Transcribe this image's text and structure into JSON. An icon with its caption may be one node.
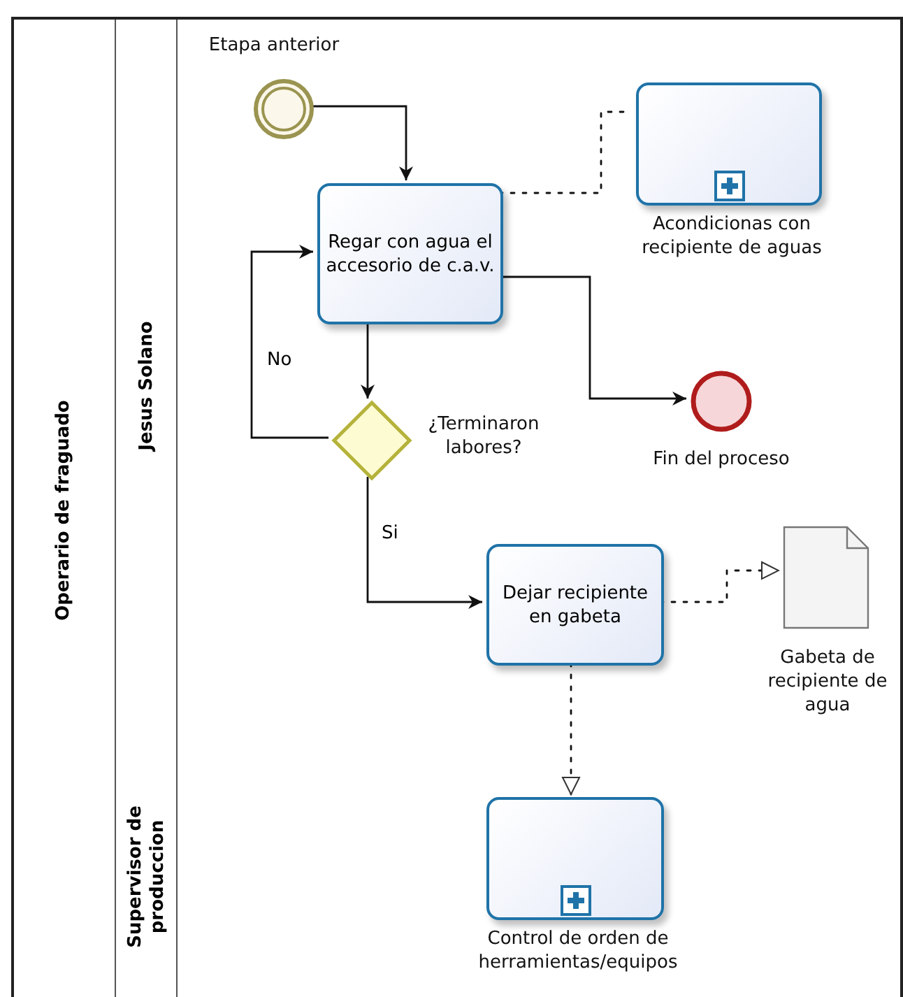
{
  "diagram": {
    "nodes": [
      {
        "text": [
          "Operario de fraguado"
        ]
      },
      {
        "text": [
          "Jesus Solano"
        ],
        "in": 0
      },
      {
        "text": [
          "Supervisor de produccion"
        ],
        "in": 0
      },
      {
        "text": [],
        "shape": "circle",
        "in": 1,
        "beside": [
          "Etapa anterior"
        ]
      },
      {
        "text": [
          "Regar con agua el accesorio de c.a.v."
        ],
        "in": 1
      },
      {
        "text": [],
        "shape": "box",
        "in": 1,
        "beside": [
          "Acondicionas con recipiente de aguas"
        ]
      },
      {
        "text": [],
        "shape": "diamond",
        "in": 1,
        "beside": [
          "¿Terminaron labores?"
        ]
      },
      {
        "text": [],
        "shape": "circle",
        "in": 1,
        "beside": [
          "Fin del proceso"
        ]
      },
      {
        "text": [
          "Dejar recipiente en gabeta"
        ],
        "in": 1
      },
      {
        "text": [],
        "shape": "document",
        "in": 1,
        "beside": [
          "Gabeta de recipiente de agua"
        ]
      },
      {
        "text": [],
        "shape": "box",
        "in": 2,
        "beside": [
          "Control de orden de herramientas/equipos"
        ]
      }
    ],
    "edges": [
      {
        "from": 3,
        "to": 4,
        "arrow": "to"
      },
      {
        "from": 4,
        "to": 5,
        "arrow": "none",
        "style": "dashed"
      },
      {
        "from": 4,
        "to": 6,
        "arrow": "to"
      },
      {
        "from": 6,
        "to": 4,
        "arrow": "to",
        "label": "No"
      },
      {
        "from": 6,
        "to": 8,
        "arrow": "to",
        "label": "Si"
      },
      {
        "from": 4,
        "to": 7,
        "arrow": "to"
      },
      {
        "from": 8,
        "to": 9,
        "arrow": "to",
        "style": "dashed"
      },
      {
        "from": 8,
        "to": 10,
        "arrow": "to",
        "style": "dashed"
      }
    ]
  }
}
